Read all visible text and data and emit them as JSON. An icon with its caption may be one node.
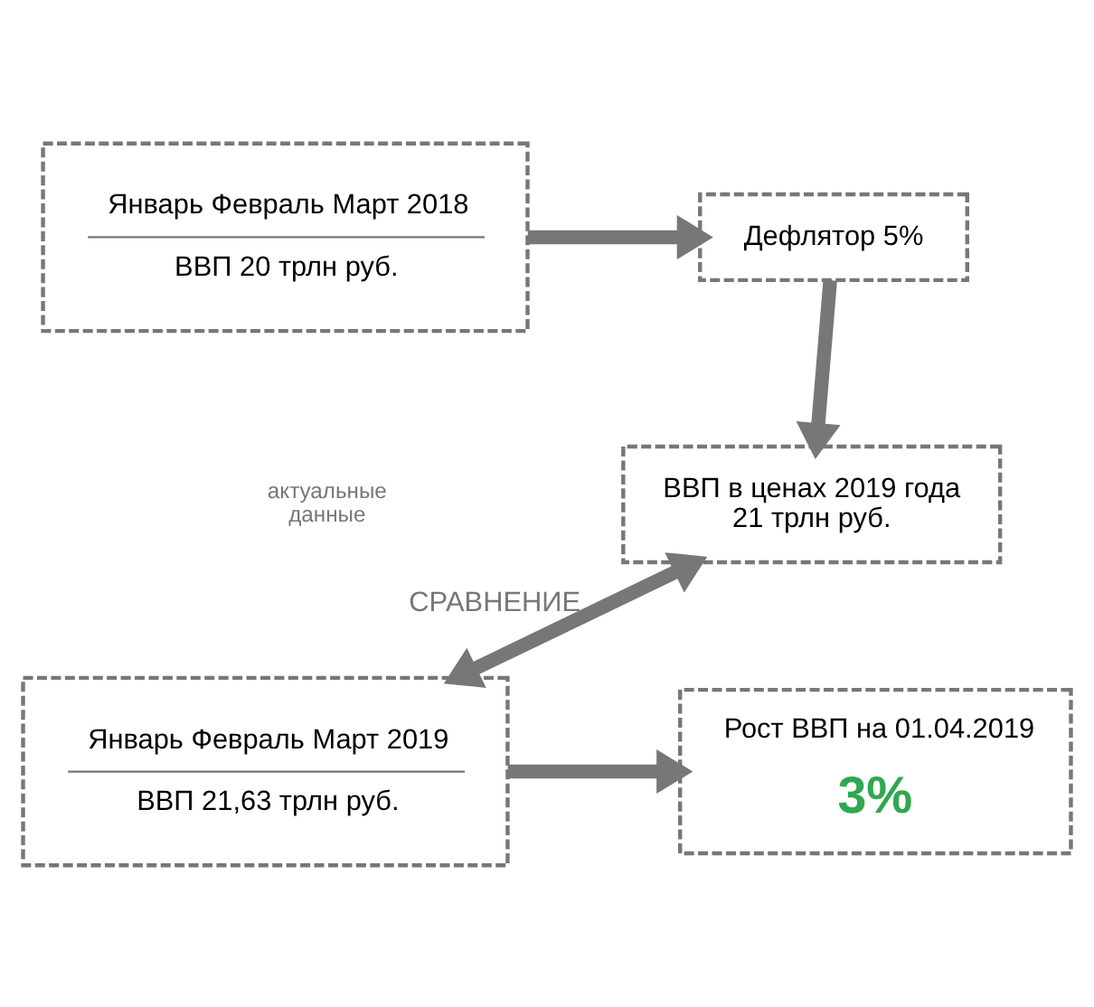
{
  "diagram": {
    "nodes": [
      {
        "text": [
          "Январь Февраль Март 2018",
          "ВВП 20 трлн руб."
        ]
      },
      {
        "text": [
          "Дефлятор 5%"
        ]
      },
      {
        "text": [
          "ВВП в ценах 2019 года",
          "21 трлн руб."
        ]
      },
      {
        "text": [
          "Январь Февраль Март 2019",
          "ВВП 21,63 трлн руб."
        ]
      },
      {
        "text": [
          "Рост ВВП на 01.04.2019",
          "3%"
        ]
      }
    ],
    "edges": [
      {
        "from": 0,
        "to": 1,
        "arrow": "to"
      },
      {
        "from": 1,
        "to": 2,
        "arrow": "to"
      },
      {
        "from": 2,
        "to": 3,
        "arrow": "both",
        "label": "СРАВНЕНИЕ"
      },
      {
        "from": 3,
        "to": 4,
        "arrow": "to"
      }
    ],
    "labels": [
      "актуальные",
      "данные"
    ]
  }
}
